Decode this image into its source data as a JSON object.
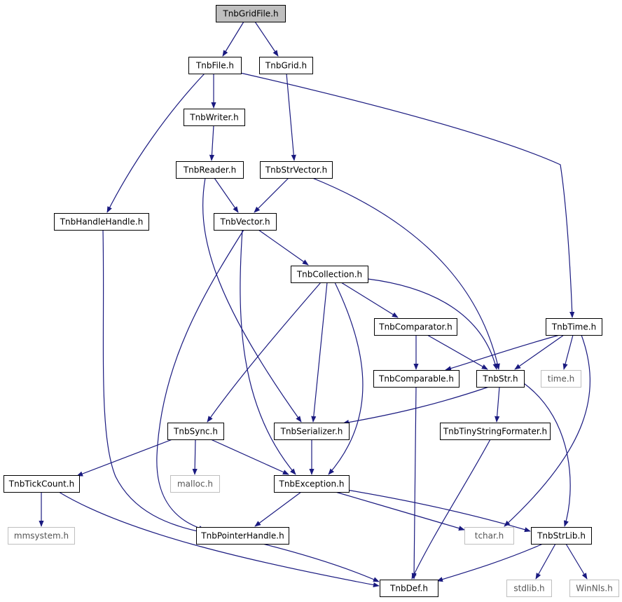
{
  "colors": {
    "edge": "#1a1a80",
    "node_border": "#000000",
    "external_border": "#bfbfbf",
    "root_fill": "#bfbfbf",
    "node_fill": "#ffffff"
  },
  "nodes": [
    {
      "id": "TnbGridFile",
      "label": "TnbGridFile.h",
      "kind": "root"
    },
    {
      "id": "TnbFile",
      "label": "TnbFile.h",
      "kind": "normal"
    },
    {
      "id": "TnbGrid",
      "label": "TnbGrid.h",
      "kind": "normal"
    },
    {
      "id": "TnbWriter",
      "label": "TnbWriter.h",
      "kind": "normal"
    },
    {
      "id": "TnbReader",
      "label": "TnbReader.h",
      "kind": "normal"
    },
    {
      "id": "TnbStrVector",
      "label": "TnbStrVector.h",
      "kind": "normal"
    },
    {
      "id": "TnbHandleHandle",
      "label": "TnbHandleHandle.h",
      "kind": "normal"
    },
    {
      "id": "TnbVector",
      "label": "TnbVector.h",
      "kind": "normal"
    },
    {
      "id": "TnbCollection",
      "label": "TnbCollection.h",
      "kind": "normal"
    },
    {
      "id": "TnbComparator",
      "label": "TnbComparator.h",
      "kind": "normal"
    },
    {
      "id": "TnbTime",
      "label": "TnbTime.h",
      "kind": "normal"
    },
    {
      "id": "TnbComparable",
      "label": "TnbComparable.h",
      "kind": "normal"
    },
    {
      "id": "TnbStr",
      "label": "TnbStr.h",
      "kind": "normal"
    },
    {
      "id": "time",
      "label": "time.h",
      "kind": "external"
    },
    {
      "id": "TnbSync",
      "label": "TnbSync.h",
      "kind": "normal"
    },
    {
      "id": "TnbSerializer",
      "label": "TnbSerializer.h",
      "kind": "normal"
    },
    {
      "id": "TnbTinyStringFormater",
      "label": "TnbTinyStringFormater.h",
      "kind": "normal"
    },
    {
      "id": "TnbTickCount",
      "label": "TnbTickCount.h",
      "kind": "normal"
    },
    {
      "id": "malloc",
      "label": "malloc.h",
      "kind": "external"
    },
    {
      "id": "TnbException",
      "label": "TnbException.h",
      "kind": "normal"
    },
    {
      "id": "mmsystem",
      "label": "mmsystem.h",
      "kind": "external"
    },
    {
      "id": "TnbPointerHandle",
      "label": "TnbPointerHandle.h",
      "kind": "normal"
    },
    {
      "id": "tchar",
      "label": "tchar.h",
      "kind": "external"
    },
    {
      "id": "TnbStrLib",
      "label": "TnbStrLib.h",
      "kind": "normal"
    },
    {
      "id": "TnbDef",
      "label": "TnbDef.h",
      "kind": "normal"
    },
    {
      "id": "stdlib",
      "label": "stdlib.h",
      "kind": "external"
    },
    {
      "id": "WinNls",
      "label": "WinNls.h",
      "kind": "external"
    }
  ],
  "edges": [
    {
      "from": "TnbGridFile",
      "to": "TnbFile"
    },
    {
      "from": "TnbGridFile",
      "to": "TnbGrid"
    },
    {
      "from": "TnbFile",
      "to": "TnbWriter"
    },
    {
      "from": "TnbFile",
      "to": "TnbHandleHandle"
    },
    {
      "from": "TnbFile",
      "to": "TnbTime"
    },
    {
      "from": "TnbGrid",
      "to": "TnbStrVector"
    },
    {
      "from": "TnbWriter",
      "to": "TnbReader"
    },
    {
      "from": "TnbReader",
      "to": "TnbVector"
    },
    {
      "from": "TnbReader",
      "to": "TnbSerializer"
    },
    {
      "from": "TnbStrVector",
      "to": "TnbVector"
    },
    {
      "from": "TnbStrVector",
      "to": "TnbStr"
    },
    {
      "from": "TnbHandleHandle",
      "to": "TnbPointerHandle"
    },
    {
      "from": "TnbVector",
      "to": "TnbCollection"
    },
    {
      "from": "TnbVector",
      "to": "TnbPointerHandle"
    },
    {
      "from": "TnbVector",
      "to": "TnbException"
    },
    {
      "from": "TnbCollection",
      "to": "TnbComparator"
    },
    {
      "from": "TnbCollection",
      "to": "TnbStr"
    },
    {
      "from": "TnbCollection",
      "to": "TnbSync"
    },
    {
      "from": "TnbCollection",
      "to": "TnbSerializer"
    },
    {
      "from": "TnbCollection",
      "to": "TnbException"
    },
    {
      "from": "TnbComparator",
      "to": "TnbComparable"
    },
    {
      "from": "TnbComparator",
      "to": "TnbStr"
    },
    {
      "from": "TnbTime",
      "to": "TnbComparable"
    },
    {
      "from": "TnbTime",
      "to": "TnbStr"
    },
    {
      "from": "TnbTime",
      "to": "time"
    },
    {
      "from": "TnbTime",
      "to": "tchar"
    },
    {
      "from": "TnbComparable",
      "to": "TnbDef"
    },
    {
      "from": "TnbStr",
      "to": "TnbSerializer"
    },
    {
      "from": "TnbStr",
      "to": "TnbTinyStringFormater"
    },
    {
      "from": "TnbStr",
      "to": "TnbStrLib"
    },
    {
      "from": "TnbSync",
      "to": "TnbTickCount"
    },
    {
      "from": "TnbSync",
      "to": "malloc"
    },
    {
      "from": "TnbSync",
      "to": "TnbException"
    },
    {
      "from": "TnbSerializer",
      "to": "TnbException"
    },
    {
      "from": "TnbTinyStringFormater",
      "to": "TnbDef"
    },
    {
      "from": "TnbTickCount",
      "to": "mmsystem"
    },
    {
      "from": "TnbTickCount",
      "to": "TnbDef"
    },
    {
      "from": "TnbException",
      "to": "TnbPointerHandle"
    },
    {
      "from": "TnbException",
      "to": "tchar"
    },
    {
      "from": "TnbException",
      "to": "TnbStrLib"
    },
    {
      "from": "TnbPointerHandle",
      "to": "TnbDef"
    },
    {
      "from": "TnbStrLib",
      "to": "TnbDef"
    },
    {
      "from": "TnbStrLib",
      "to": "stdlib"
    },
    {
      "from": "TnbStrLib",
      "to": "WinNls"
    }
  ]
}
